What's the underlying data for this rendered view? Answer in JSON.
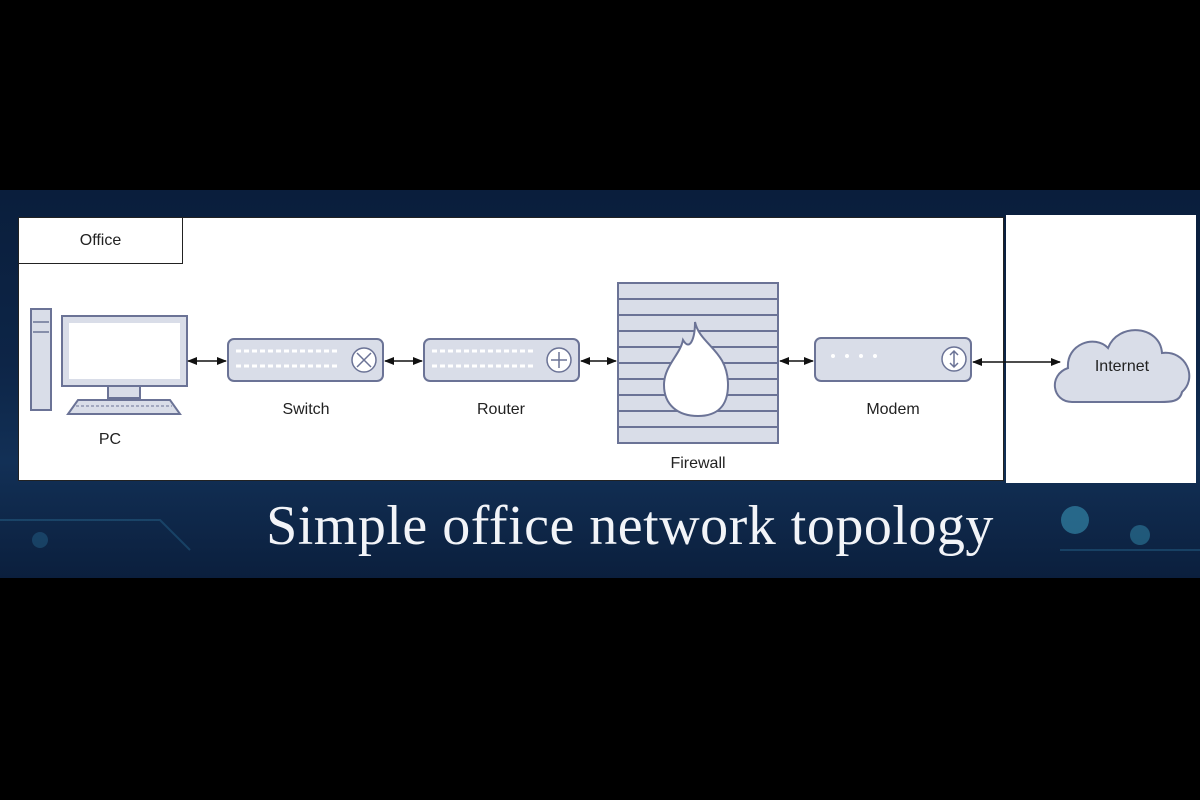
{
  "title": "Simple office network topology",
  "office_label": "Office",
  "nodes": {
    "pc": "PC",
    "switch": "Switch",
    "router": "Router",
    "firewall": "Firewall",
    "modem": "Modem",
    "internet": "Internet"
  },
  "links": [
    {
      "from": "PC",
      "to": "Switch",
      "direction": "bidirectional"
    },
    {
      "from": "Switch",
      "to": "Router",
      "direction": "bidirectional"
    },
    {
      "from": "Router",
      "to": "Firewall",
      "direction": "bidirectional"
    },
    {
      "from": "Firewall",
      "to": "Modem",
      "direction": "bidirectional"
    },
    {
      "from": "Modem",
      "to": "Internet",
      "direction": "bidirectional"
    }
  ],
  "colors": {
    "device_fill": "#d9dde8",
    "device_stroke": "#6b7396",
    "background": "#0d2547"
  }
}
